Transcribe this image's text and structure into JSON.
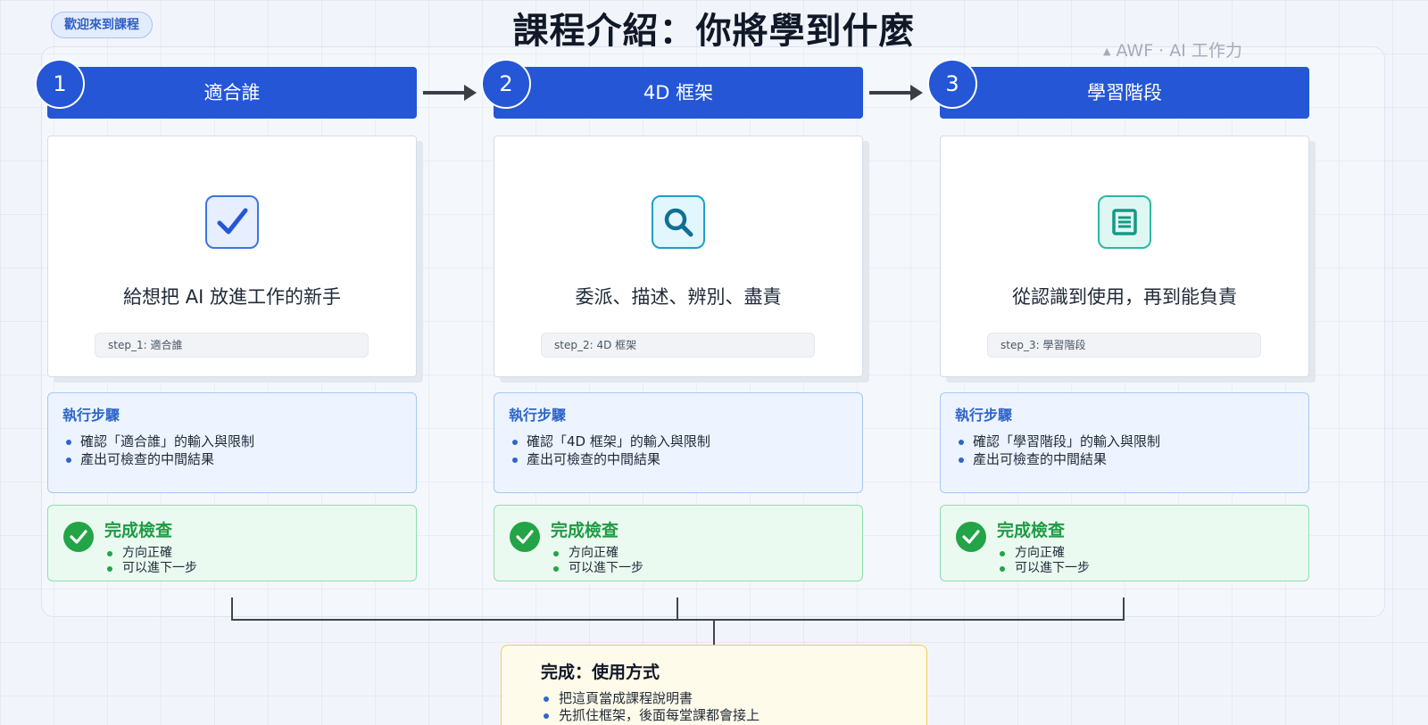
{
  "badge": "歡迎來到課程",
  "title": "課程介紹：你將學到什麼",
  "brand": "AWF · AI 工作力",
  "colors": {
    "header_blue": "#2456d6",
    "exec_blue": "#2f66c9",
    "done_green": "#22a447",
    "final_yellow": "#f2cd59"
  },
  "columns": [
    {
      "number": "1",
      "header": "適合誰",
      "icon": "checkbox-icon",
      "description": "給想把 AI 放進工作的新手",
      "step_tag": "step_1: 適合誰",
      "exec_title": "執行步驟",
      "exec_items": [
        "確認「適合誰」的輸入與限制",
        "產出可檢查的中間結果"
      ],
      "done_title": "完成檢查",
      "done_items": [
        "方向正確",
        "可以進下一步"
      ]
    },
    {
      "number": "2",
      "header": "4D 框架",
      "icon": "magnifier-icon",
      "description": "委派、描述、辨別、盡責",
      "step_tag": "step_2: 4D 框架",
      "exec_title": "執行步驟",
      "exec_items": [
        "確認「4D 框架」的輸入與限制",
        "產出可檢查的中間結果"
      ],
      "done_title": "完成檢查",
      "done_items": [
        "方向正確",
        "可以進下一步"
      ]
    },
    {
      "number": "3",
      "header": "學習階段",
      "icon": "document-icon",
      "description": "從認識到使用，再到能負責",
      "step_tag": "step_3: 學習階段",
      "exec_title": "執行步驟",
      "exec_items": [
        "確認「學習階段」的輸入與限制",
        "產出可檢查的中間結果"
      ],
      "done_title": "完成檢查",
      "done_items": [
        "方向正確",
        "可以進下一步"
      ]
    }
  ],
  "final": {
    "title": "完成：使用方式",
    "items": [
      "把這頁當成課程說明書",
      "先抓住框架，後面每堂課都會接上"
    ]
  }
}
